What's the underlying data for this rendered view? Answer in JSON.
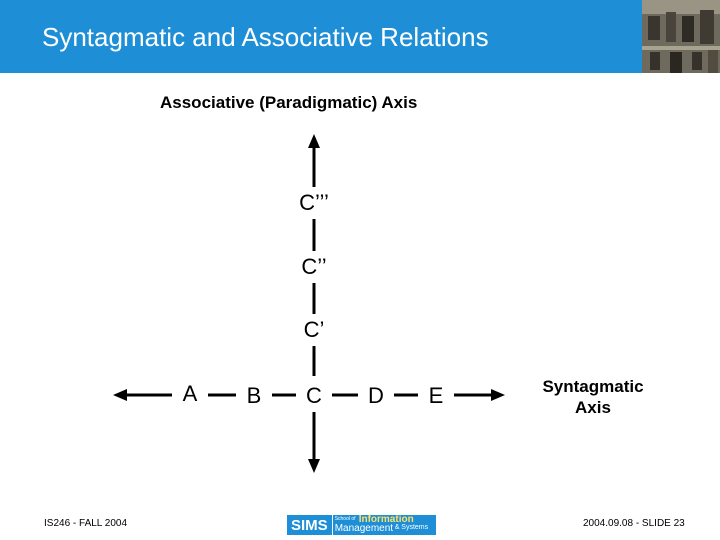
{
  "slide": {
    "title": "Syntagmatic and Associative Relations",
    "accent_color": "#1e8fd6"
  },
  "diagram": {
    "vertical_axis_label": "Associative (Paradigmatic) Axis",
    "horizontal_axis_label_line1": "Syntagmatic",
    "horizontal_axis_label_line2": "Axis",
    "row_nodes": [
      "A",
      "B",
      "C",
      "D",
      "E"
    ],
    "column_nodes": [
      "C’’’",
      "C’’",
      "C’"
    ]
  },
  "footer": {
    "course": "IS246 - FALL 2004",
    "slide_info": "2004.09.08 - SLIDE 23",
    "logo": {
      "sims": "SIMS",
      "school_of": "School of",
      "information": "Information",
      "management": "Management",
      "systems": "& Systems"
    }
  }
}
